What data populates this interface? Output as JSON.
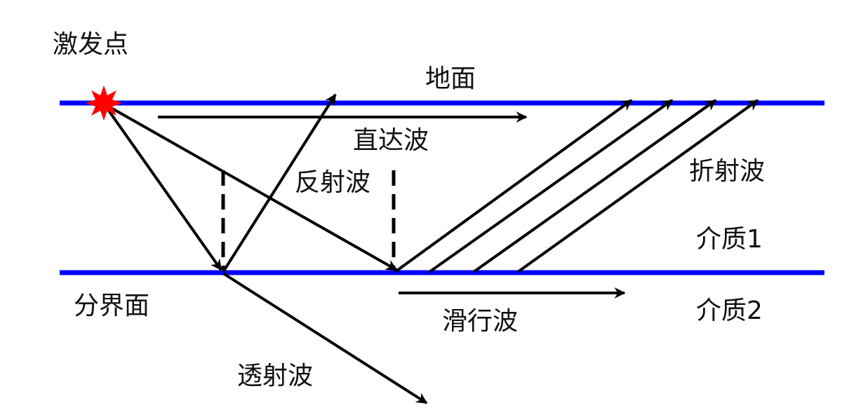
{
  "labels": {
    "source": "激发点",
    "ground": "地面",
    "direct_wave": "直达波",
    "reflected_wave": "反射波",
    "refracted_wave": "折射波",
    "medium1": "介质1",
    "interface": "分界面",
    "head_wave": "滑行波",
    "medium2": "介质2",
    "transmitted_wave": "透射波"
  },
  "colors": {
    "layer_line": "#0000ff",
    "arrow": "#000000",
    "source_burst": "#ff0000"
  }
}
